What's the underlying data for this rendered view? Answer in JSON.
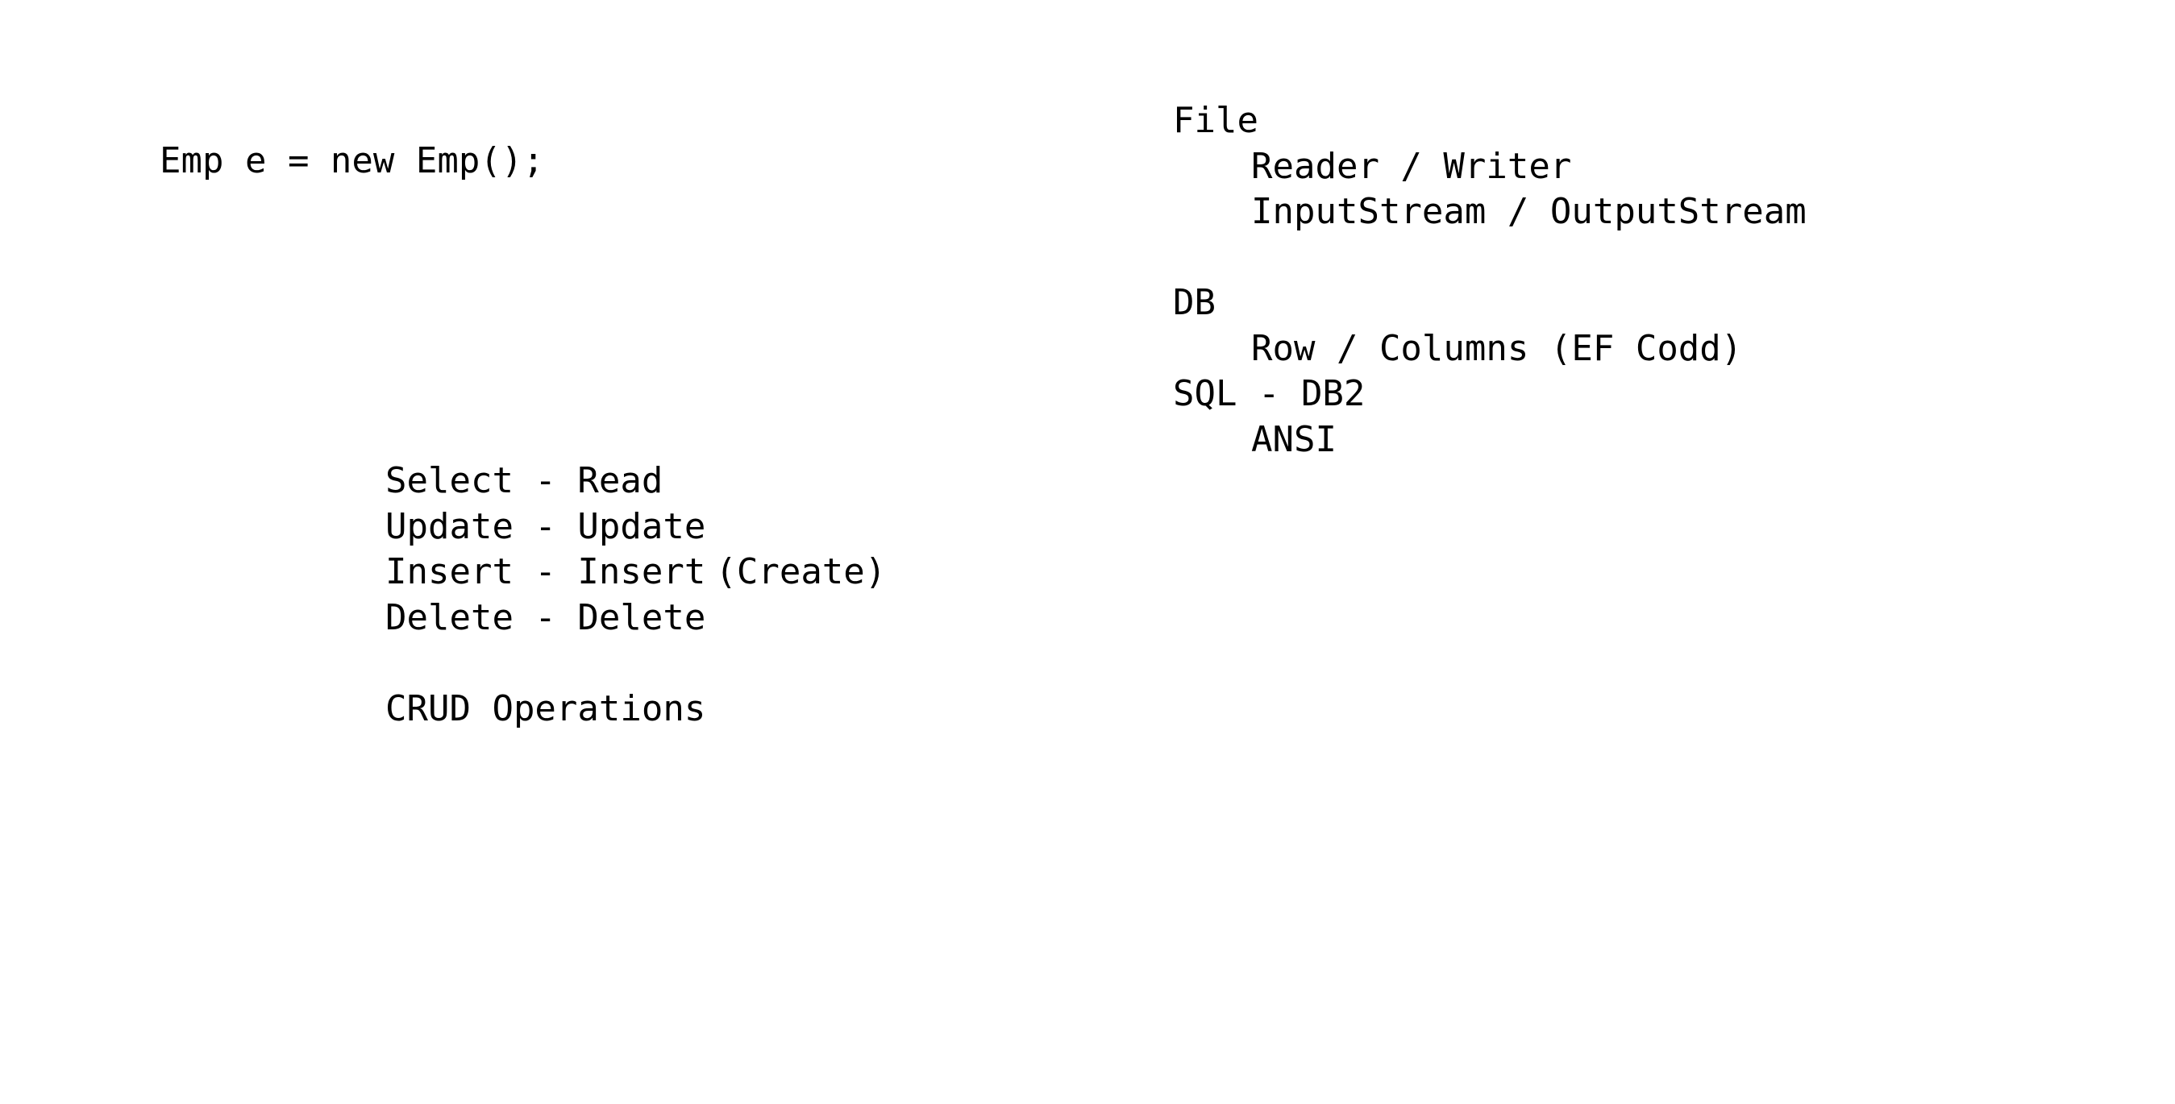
{
  "code_line": "Emp e = new Emp();",
  "crud": {
    "lines": [
      "Select - Read",
      "Update - Update",
      "Insert - Insert",
      "Delete - Delete"
    ],
    "insert_note": "(Create)",
    "heading": "CRUD Operations"
  },
  "storage": {
    "file_heading": "File",
    "file_items": [
      "Reader / Writer",
      "InputStream / OutputStream"
    ],
    "db_heading": "DB",
    "db_items": [
      "Row / Columns (EF Codd)"
    ],
    "sql_heading": "SQL - DB2",
    "sql_items": [
      "ANSI"
    ]
  }
}
